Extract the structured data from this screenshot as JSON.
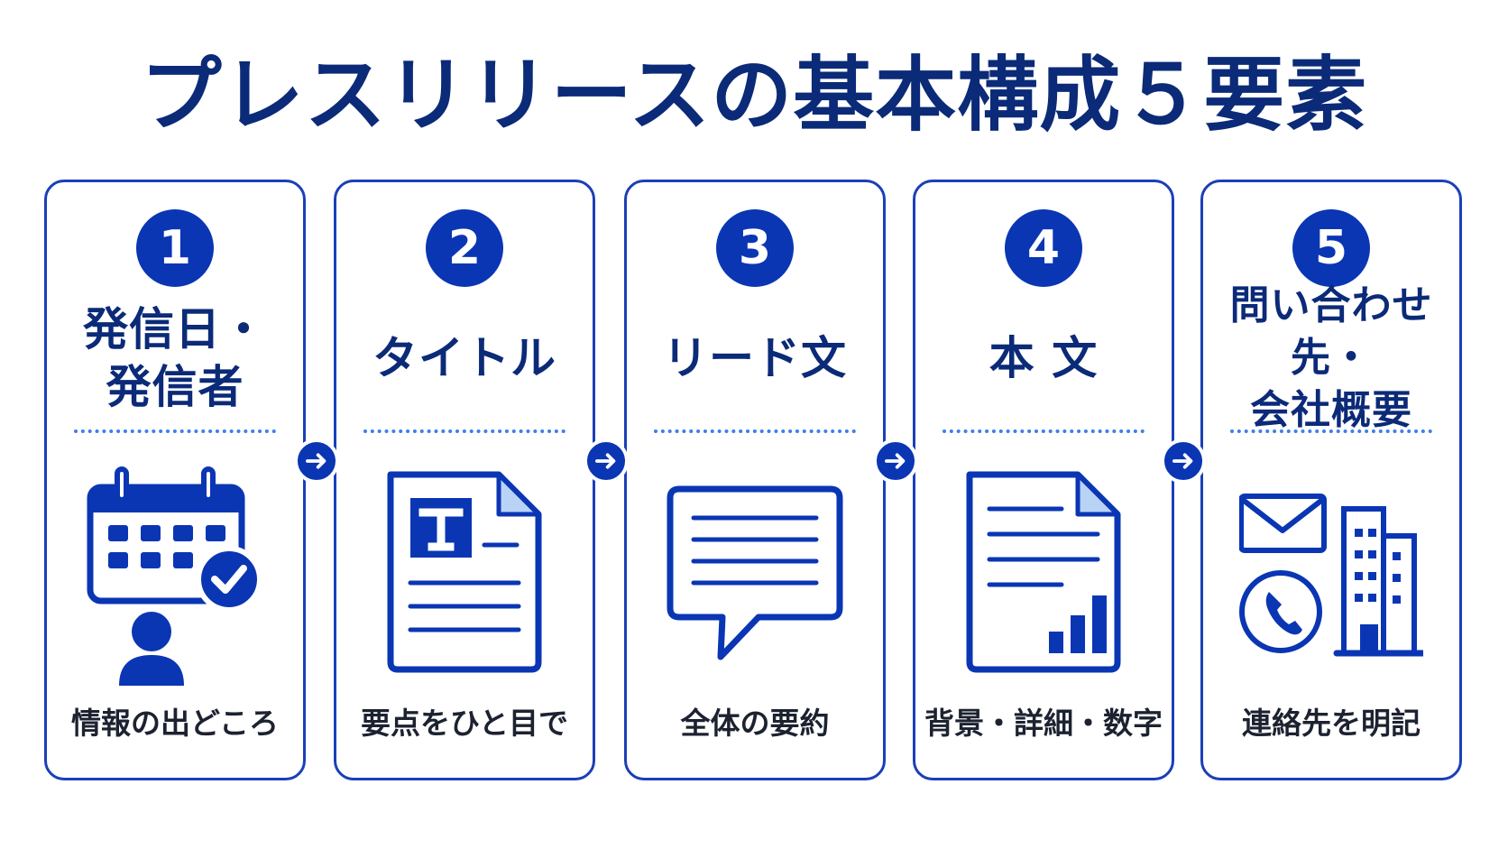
{
  "title": "プレスリリースの基本構成５要素",
  "colors": {
    "primary": "#0a36b4",
    "text_dark": "#0b2a78",
    "dots": "#3d7fe6"
  },
  "steps": [
    {
      "number": "1",
      "label": "発信日・\n発信者",
      "description": "情報の出どころ",
      "icon": "calendar-check-person-icon"
    },
    {
      "number": "2",
      "label": "タイトル",
      "description": "要点をひと目で",
      "icon": "title-document-icon"
    },
    {
      "number": "3",
      "label": "リード文",
      "description": "全体の要約",
      "icon": "speech-bubble-icon"
    },
    {
      "number": "4",
      "label": "本 文",
      "description": "背景・詳細・数字",
      "icon": "document-bar-chart-icon"
    },
    {
      "number": "5",
      "label": "問い合わせ先・\n会社概要",
      "description": "連絡先を明記",
      "icon": "contact-building-icon"
    }
  ]
}
